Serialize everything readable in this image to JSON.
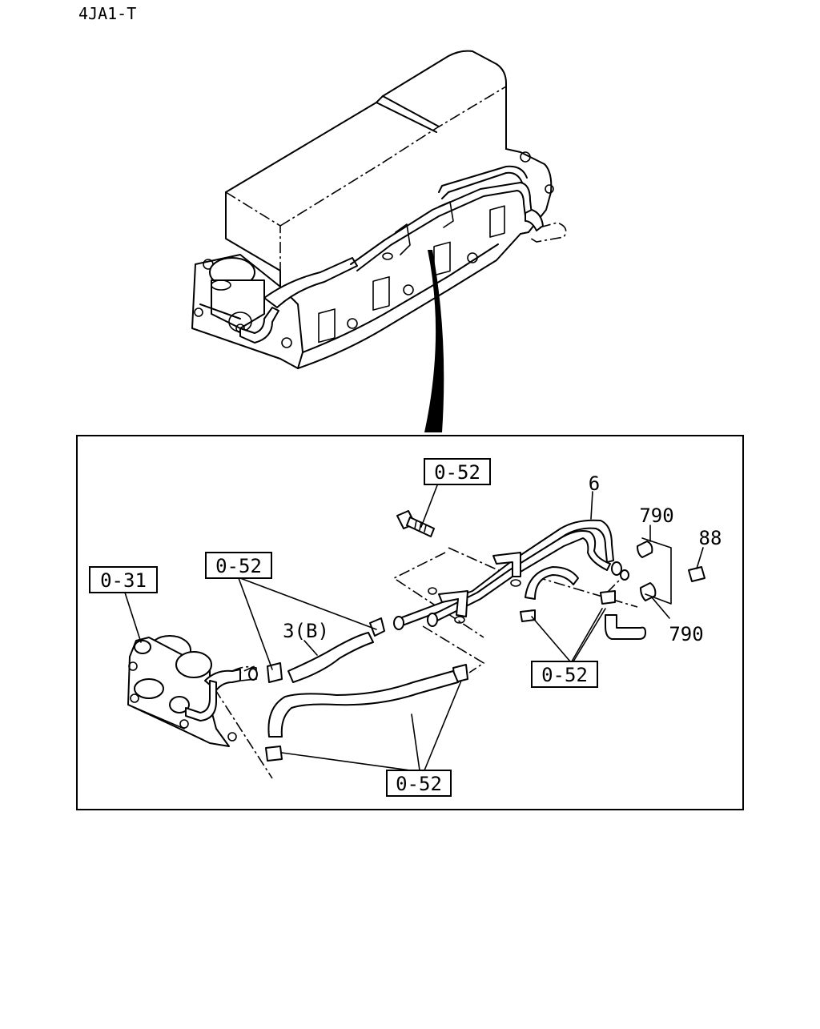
{
  "header": {
    "model_code": "4JA1-T"
  },
  "callouts": {
    "ref_0_31": "0-31",
    "ref_0_52_top": "0-52",
    "ref_0_52_left": "0-52",
    "ref_0_52_right": "0-52",
    "ref_0_52_bottom": "0-52",
    "part_6": "6",
    "part_3b": "3(B)",
    "part_790_top": "790",
    "part_790_bottom": "790",
    "part_88": "88"
  }
}
